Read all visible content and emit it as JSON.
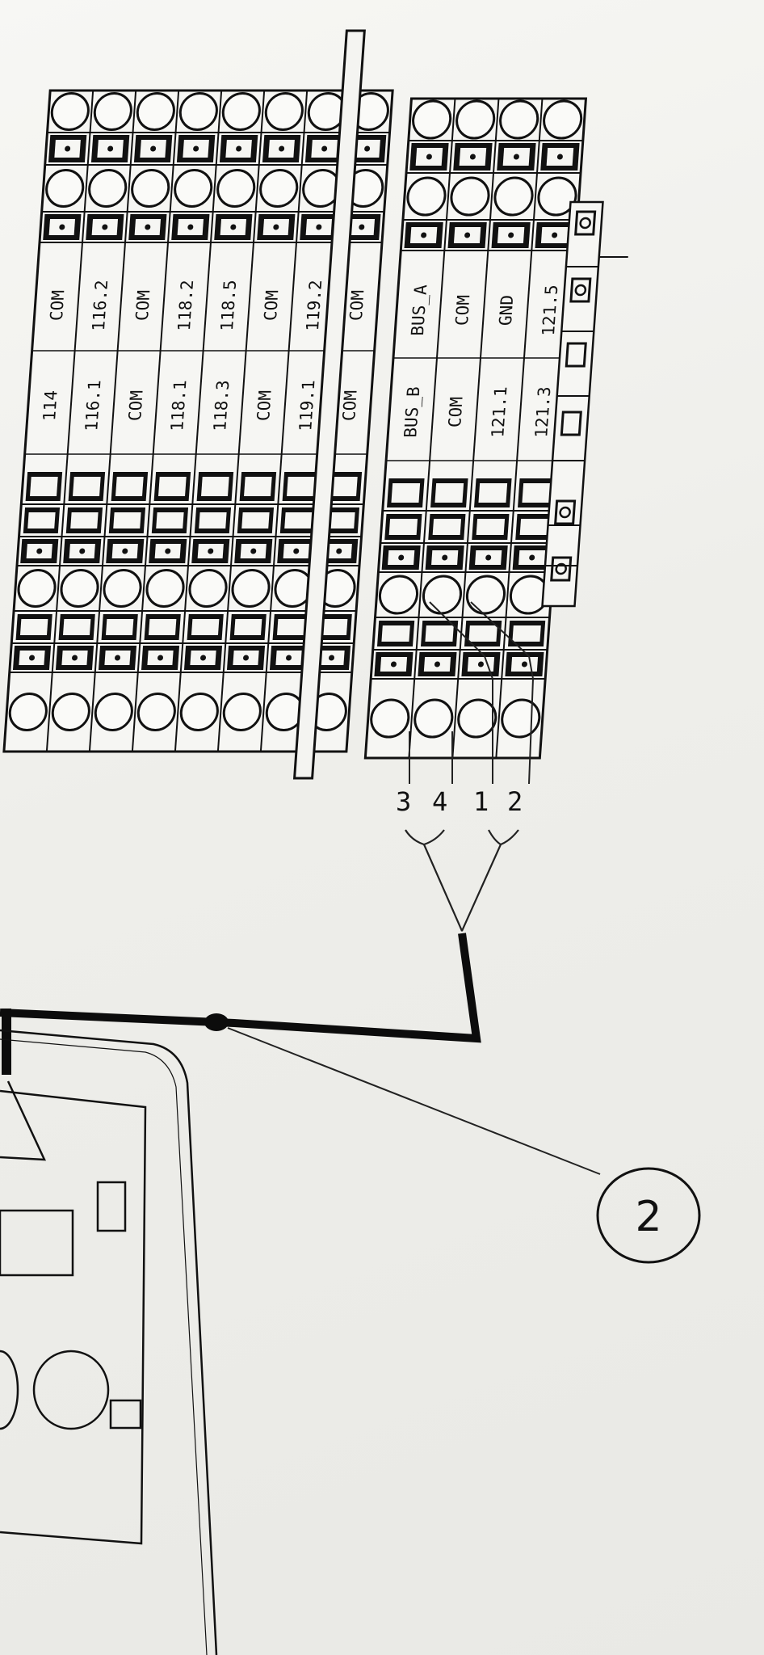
{
  "left_block": {
    "columns": [
      {
        "upper": "COM",
        "lower": "114"
      },
      {
        "upper": "116.2",
        "lower": "116.1"
      },
      {
        "upper": "COM",
        "lower": "COM"
      },
      {
        "upper": "118.2",
        "lower": "118.1"
      },
      {
        "upper": "118.5",
        "lower": "118.3"
      },
      {
        "upper": "COM",
        "lower": "COM"
      },
      {
        "upper": "119.2",
        "lower": "119.1"
      },
      {
        "upper": "COM",
        "lower": "COM"
      }
    ]
  },
  "right_block": {
    "columns": [
      {
        "upper": "BUS_A",
        "lower": "BUS_B"
      },
      {
        "upper": "COM",
        "lower": "COM"
      },
      {
        "upper": "GND",
        "lower": "121.1"
      },
      {
        "upper": "121.5",
        "lower": "121.3"
      }
    ]
  },
  "wire_numbers": [
    "3",
    "4",
    "1",
    "2"
  ],
  "callout": {
    "label": "2"
  }
}
